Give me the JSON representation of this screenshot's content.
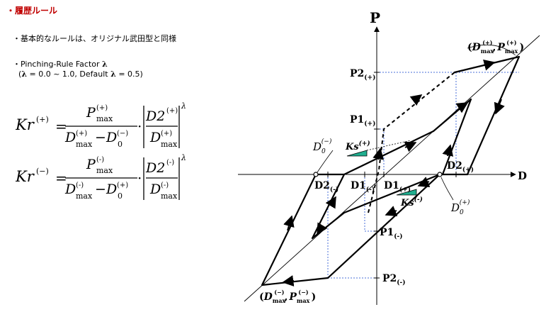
{
  "heading": "・履歴ルール",
  "bullets": {
    "rule": "・基本的なルールは、オリジナル武田型と同様",
    "pinching_prefix": "・Pinching-Rule  Factor ",
    "lambda": "λ",
    "range_open": "(",
    "range_mid1": " = 0.0 ~ 1.0, Default ",
    "range_mid2": " = 0.5)"
  },
  "equations": {
    "kr_plus": {
      "lhs": "Kr",
      "lhs_sup": "(+)",
      "num": "P",
      "num_sup": "(+)",
      "num_sub": "max",
      "den_a": "D",
      "den_a_sup": "(+)",
      "den_a_sub": "max",
      "den_b": "D",
      "den_b_sup": "(−)",
      "den_b_sub": "0",
      "ratio_num": "D2",
      "ratio_num_sup": "(+)",
      "ratio_den": "D",
      "ratio_den_sup": "(+)",
      "ratio_den_sub": "max",
      "exp": "λ"
    },
    "kr_minus": {
      "lhs": "Kr",
      "lhs_sup": "(−)",
      "num": "P",
      "num_sup": "(-)",
      "num_sub": "max",
      "den_a": "D",
      "den_a_sup": "(-)",
      "den_a_sub": "max",
      "den_b": "D",
      "den_b_sup": "(+)",
      "den_b_sub": "0",
      "ratio_num": "D2",
      "ratio_num_sup": "(-)",
      "ratio_den": "D",
      "ratio_den_sup": "(-)",
      "ratio_den_sub": "max",
      "exp": "λ"
    }
  },
  "diagram": {
    "axis_p": "P",
    "axis_d": "D",
    "p2_pos": "P2",
    "p2_pos_sub": "(+)",
    "p1_pos": "P1",
    "p1_pos_sub": "(+)",
    "p1_neg": "P1",
    "p1_neg_sub": "(-)",
    "p2_neg": "P2",
    "p2_neg_sub": "(-)",
    "d2_neg": "D2",
    "d2_neg_sub": "(-)",
    "d1_neg": "D1",
    "d1_neg_sub": "(-)",
    "d1_pos": "D1",
    "d1_pos_sub": "(+)",
    "d2_pos": "D2",
    "d2_pos_sub": "(+)",
    "d0_neg": "D",
    "d0_neg_sub": "0",
    "d0_neg_sup": "(−)",
    "d0_pos": "D",
    "d0_pos_sub": "0",
    "d0_pos_sup": "(+)",
    "ks_pos": "Ks",
    "ks_pos_sup": "(+)",
    "ks_neg": "Ks",
    "ks_neg_sup": "(-)",
    "max_pos_d": "D",
    "max_pos_d_sub": "max",
    "max_pos_d_sup": "(+)",
    "max_pos_p": "P",
    "max_pos_p_sub": "max",
    "max_pos_p_sup": "(+)",
    "max_neg_d": "D",
    "max_neg_d_sub": "max",
    "max_neg_d_sup": "(−)",
    "max_neg_p": "P",
    "max_neg_p_sub": "max",
    "max_neg_p_sup": "(−)",
    "comma": ",",
    "open_paren": "(",
    "close_paren": ")",
    "colors": {
      "line": "#000000",
      "guide": "#4a6fd8",
      "ks_fill": "#1fae8f"
    }
  }
}
